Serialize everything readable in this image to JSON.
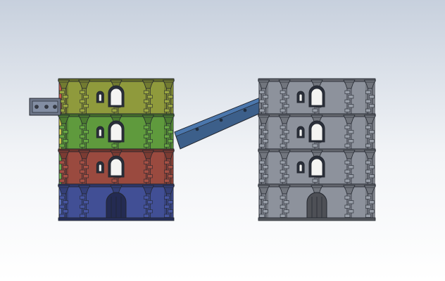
{
  "viewport": {
    "background_top": "#c7d0dd",
    "background_bottom": "#ffffff"
  },
  "left_tower": {
    "tiers": [
      {
        "name": "top-tier",
        "color": "#8f9a3c",
        "window": "arched-window"
      },
      {
        "name": "upper-middle-tier",
        "color": "#5f9a3d",
        "window": "arched-window"
      },
      {
        "name": "lower-middle-tier",
        "color": "#9a4a3f",
        "window": "arched-window"
      },
      {
        "name": "base-tier",
        "color": "#414f95",
        "window": "door"
      }
    ],
    "side_strip_colors": [
      "#c55a4a",
      "#c8c44c",
      "#6bb04f",
      "#5a6fb8"
    ],
    "bracket_color": "#6d7688"
  },
  "right_tower": {
    "color": "#8d929c",
    "tiers": 4
  },
  "bridge": {
    "color": "#3c5f8a"
  },
  "edge_color": "#22262e"
}
